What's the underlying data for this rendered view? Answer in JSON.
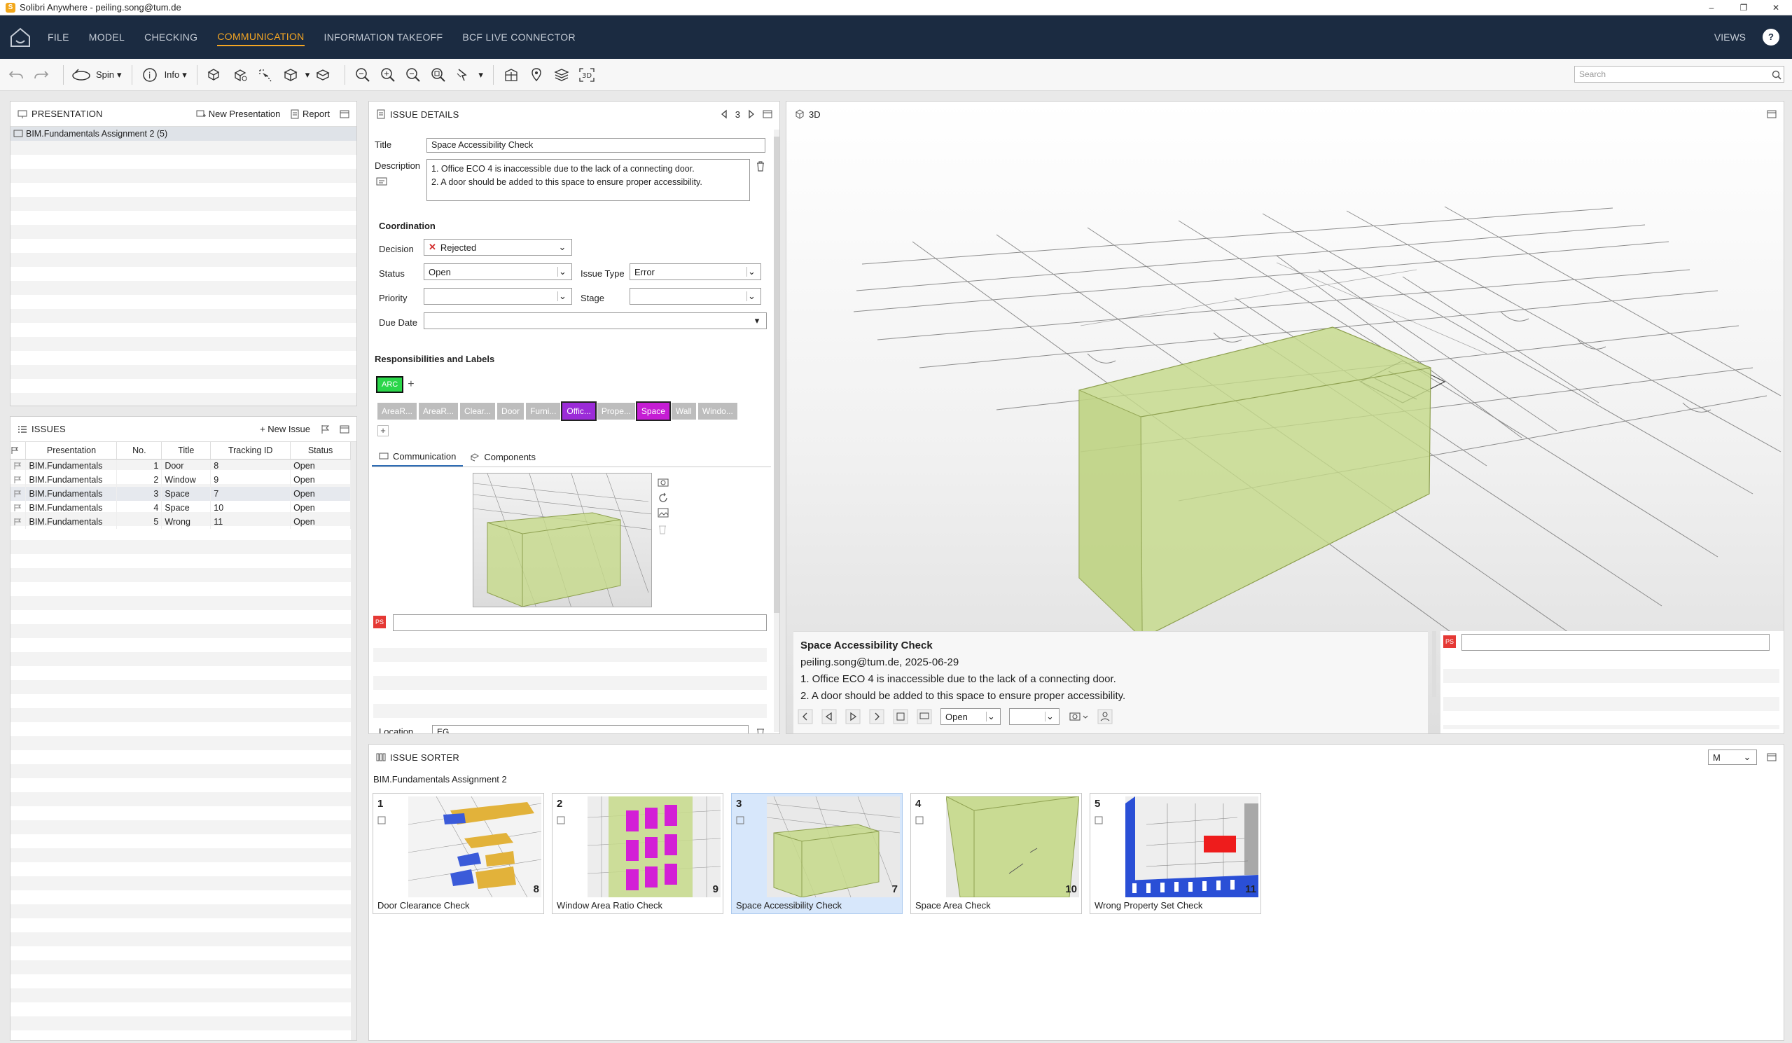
{
  "app": {
    "title": "Solibri Anywhere - peiling.song@tum.de"
  },
  "nav": {
    "items": [
      "FILE",
      "MODEL",
      "CHECKING",
      "COMMUNICATION",
      "INFORMATION TAKEOFF",
      "BCF LIVE CONNECTOR"
    ],
    "active": "COMMUNICATION",
    "views": "VIEWS",
    "help": "?"
  },
  "toolbar": {
    "spin": "Spin",
    "info": "Info",
    "search_placeholder": "Search",
    "view3d": "3D"
  },
  "presentation": {
    "header": "PRESENTATION",
    "new_btn": "New Presentation",
    "report_btn": "Report",
    "item": "BIM.Fundamentals Assignment 2 (5)"
  },
  "issues": {
    "header": "ISSUES",
    "new_btn": "New Issue",
    "columns": [
      "Presentation",
      "No.",
      "Title",
      "Tracking ID",
      "Status"
    ],
    "rows": [
      {
        "presentation": "BIM.Fundamentals",
        "no": "1",
        "title": "Door",
        "tracking": "8",
        "status": "Open"
      },
      {
        "presentation": "BIM.Fundamentals",
        "no": "2",
        "title": "Window",
        "tracking": "9",
        "status": "Open"
      },
      {
        "presentation": "BIM.Fundamentals",
        "no": "3",
        "title": "Space",
        "tracking": "7",
        "status": "Open"
      },
      {
        "presentation": "BIM.Fundamentals",
        "no": "4",
        "title": "Space",
        "tracking": "10",
        "status": "Open"
      },
      {
        "presentation": "BIM.Fundamentals",
        "no": "5",
        "title": "Wrong",
        "tracking": "11",
        "status": "Open"
      }
    ],
    "selected_index": 2
  },
  "details": {
    "header": "ISSUE DETAILS",
    "page": "3",
    "title_label": "Title",
    "title_value": "Space Accessibility Check",
    "desc_label": "Description",
    "desc_line1": "1. Office ECO 4 is inaccessible due to the lack of a connecting door.",
    "desc_line2": "2. A door should be added to this space to ensure proper accessibility.",
    "coordination": "Coordination",
    "decision_label": "Decision",
    "decision_value": "Rejected",
    "status_label": "Status",
    "status_value": "Open",
    "issue_type_label": "Issue Type",
    "issue_type_value": "Error",
    "priority_label": "Priority",
    "stage_label": "Stage",
    "due_label": "Due Date",
    "resp_header": "Responsibilities and Labels",
    "resp_tag": "ARC",
    "labels": [
      "AreaR...",
      "AreaR...",
      "Clear...",
      "Door",
      "Furni...",
      "Offic...",
      "Prope...",
      "Space",
      "Wall",
      "Windo..."
    ],
    "tab_comm": "Communication",
    "tab_comp": "Components",
    "avatar": "PS",
    "location_label": "Location",
    "location_value": "EG"
  },
  "view3d": {
    "header": "3D",
    "info_title": "Space Accessibility Check",
    "info_meta": "peiling.song@tum.de, 2025-06-29",
    "info_line1": "1. Office ECO 4 is inaccessible due to the lack of a connecting door.",
    "info_line2": "2. A door should be added to this space to ensure proper accessibility.",
    "status_value": "Open",
    "avatar": "PS"
  },
  "sorter": {
    "header": "ISSUE SORTER",
    "size": "M",
    "group": "BIM.Fundamentals Assignment 2",
    "cards": [
      {
        "num": "1",
        "tracking": "8",
        "title": "Door Clearance Check"
      },
      {
        "num": "2",
        "tracking": "9",
        "title": "Window Area Ratio Check"
      },
      {
        "num": "3",
        "tracking": "7",
        "title": "Space Accessibility Check"
      },
      {
        "num": "4",
        "tracking": "10",
        "title": "Space Area Check"
      },
      {
        "num": "5",
        "tracking": "11",
        "title": "Wrong Property Set Check"
      }
    ]
  },
  "colors": {
    "nav_bg": "#1b2b41",
    "accent": "#f5a623",
    "space_green": "#c5d98a",
    "label_purple": "#9b2bd8",
    "label_magenta": "#c51dd4",
    "arc_green": "#2bd64a",
    "avatar_red": "#e53935"
  }
}
